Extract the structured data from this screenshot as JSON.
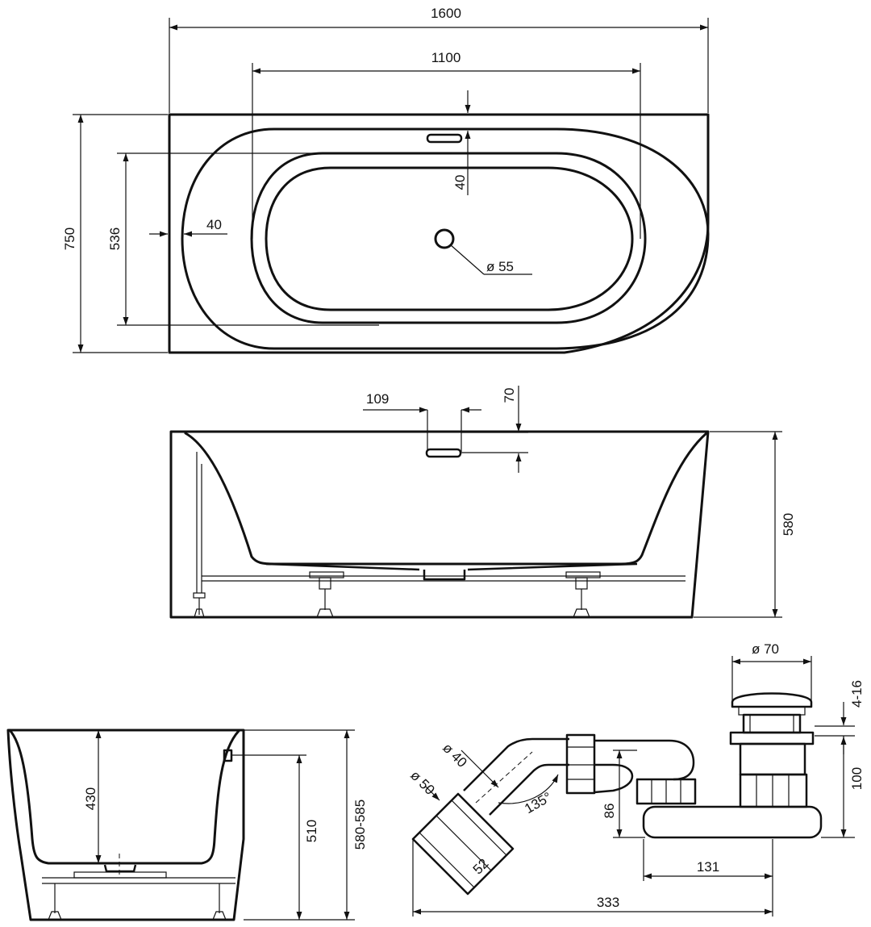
{
  "top_view": {
    "overall_length": "1600",
    "inner_length": "1100",
    "overall_width": "750",
    "inner_width": "536",
    "rim_side": "40",
    "rim_back": "40",
    "drain_diameter": "ø 55"
  },
  "front_view": {
    "overflow_width": "109",
    "overflow_height": "70",
    "height": "580"
  },
  "side_view": {
    "inner_depth": "430",
    "overflow_height": "510",
    "total_height": "580-585"
  },
  "drain_set": {
    "plug_diameter": "ø 70",
    "plug_adjust": "4-16",
    "outlet_diameter_inner": "ø 40",
    "outlet_diameter_outer": "ø 50",
    "bend_angle": "135°",
    "pipe_length": "52",
    "trap_height": "86",
    "total_height": "100",
    "trap_length": "131",
    "total_length": "333"
  }
}
